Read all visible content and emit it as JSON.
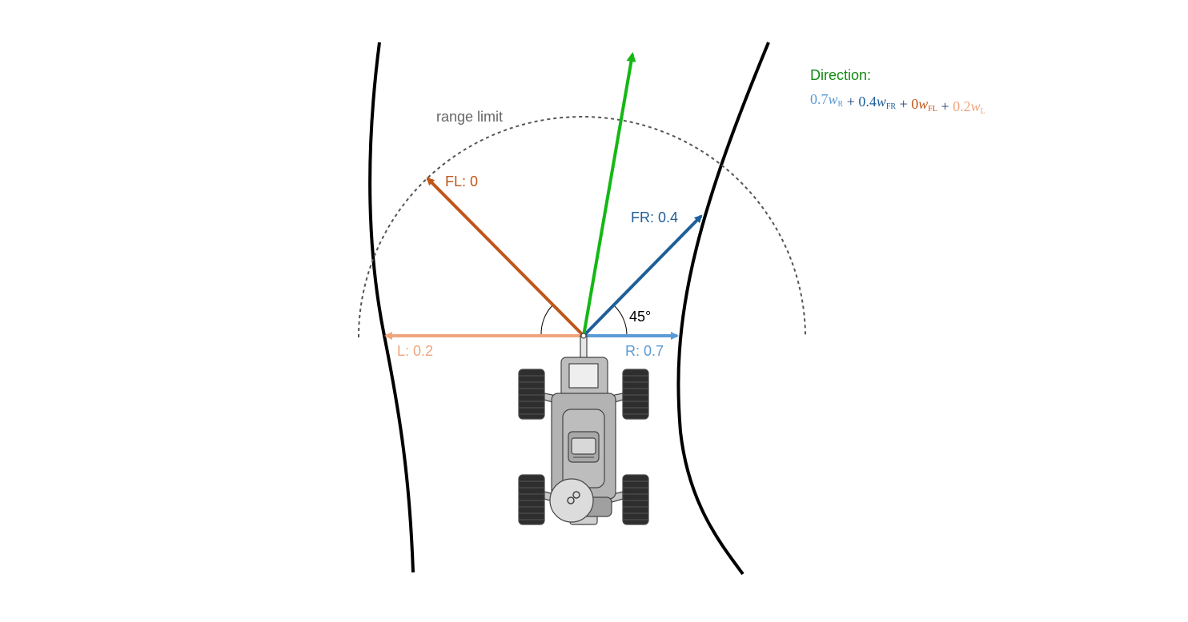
{
  "range_label": "range limit",
  "angle_label": "45°",
  "direction": {
    "title": "Direction:",
    "formula": [
      {
        "coef": "0.7",
        "var": "w",
        "sub": "R",
        "color": "#5b9bd5"
      },
      {
        "op": " + "
      },
      {
        "coef": "0.4",
        "var": "w",
        "sub": "FR",
        "color": "#1f5f99"
      },
      {
        "op": " + "
      },
      {
        "coef": "0",
        "var": "w",
        "sub": "FL",
        "color": "#c0561a"
      },
      {
        "op": " + "
      },
      {
        "coef": "0.2",
        "var": "w",
        "sub": "L",
        "color": "#f0a57e"
      }
    ]
  },
  "vectors": {
    "R": {
      "label": "R: 0.7",
      "color": "#5b9bd5"
    },
    "FR": {
      "label": "FR: 0.4",
      "color": "#1f5f99"
    },
    "FL": {
      "label": "FL: 0",
      "color": "#c0561a"
    },
    "L": {
      "label": "L: 0.2",
      "color": "#f0a57e"
    },
    "result": {
      "color": "#14b814"
    }
  },
  "colors": {
    "direction_title": "#128a12",
    "range_label": "#666666",
    "boundary": "#000000",
    "robot_body": "#b3b3b3",
    "robot_wheel": "#2e2e2e"
  }
}
